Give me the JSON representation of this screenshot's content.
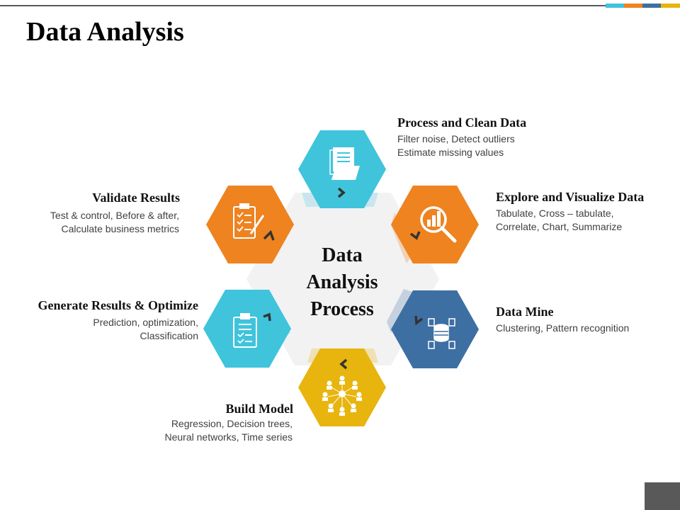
{
  "title": "Data Analysis",
  "center_label": [
    "Data",
    "Analysis",
    "Process"
  ],
  "colors": {
    "cyan": "#3fc4dc",
    "orange": "#ee8320",
    "blue": "#3d6fa3",
    "yellow": "#e8b40e",
    "dark": "#5a5a5a"
  },
  "steps": [
    {
      "title": "Process and Clean Data",
      "desc": [
        "Filter noise, Detect outliers",
        "Estimate missing values"
      ],
      "icon": "folder-documents-icon",
      "color": "#3fc4dc"
    },
    {
      "title": "Explore and Visualize Data",
      "desc": [
        "Tabulate,  Cross – tabulate,",
        "Correlate, Chart, Summarize"
      ],
      "icon": "magnifier-chart-icon",
      "color": "#ee8320"
    },
    {
      "title": "Data Mine",
      "desc": [
        "Clustering,  Pattern recognition"
      ],
      "icon": "database-icon",
      "color": "#3d6fa3"
    },
    {
      "title": "Build Model",
      "desc": [
        "Regression, Decision trees,",
        "Neural networks, Time series"
      ],
      "icon": "network-users-icon",
      "color": "#e8b40e"
    },
    {
      "title": "Generate Results & Optimize",
      "desc": [
        "Prediction, optimization,",
        "Classification"
      ],
      "icon": "clipboard-icon",
      "color": "#3fc4dc"
    },
    {
      "title": "Validate Results",
      "desc": [
        "Test & control,  Before & after,",
        "Calculate business metrics"
      ],
      "icon": "checklist-pencil-icon",
      "color": "#ee8320"
    }
  ]
}
